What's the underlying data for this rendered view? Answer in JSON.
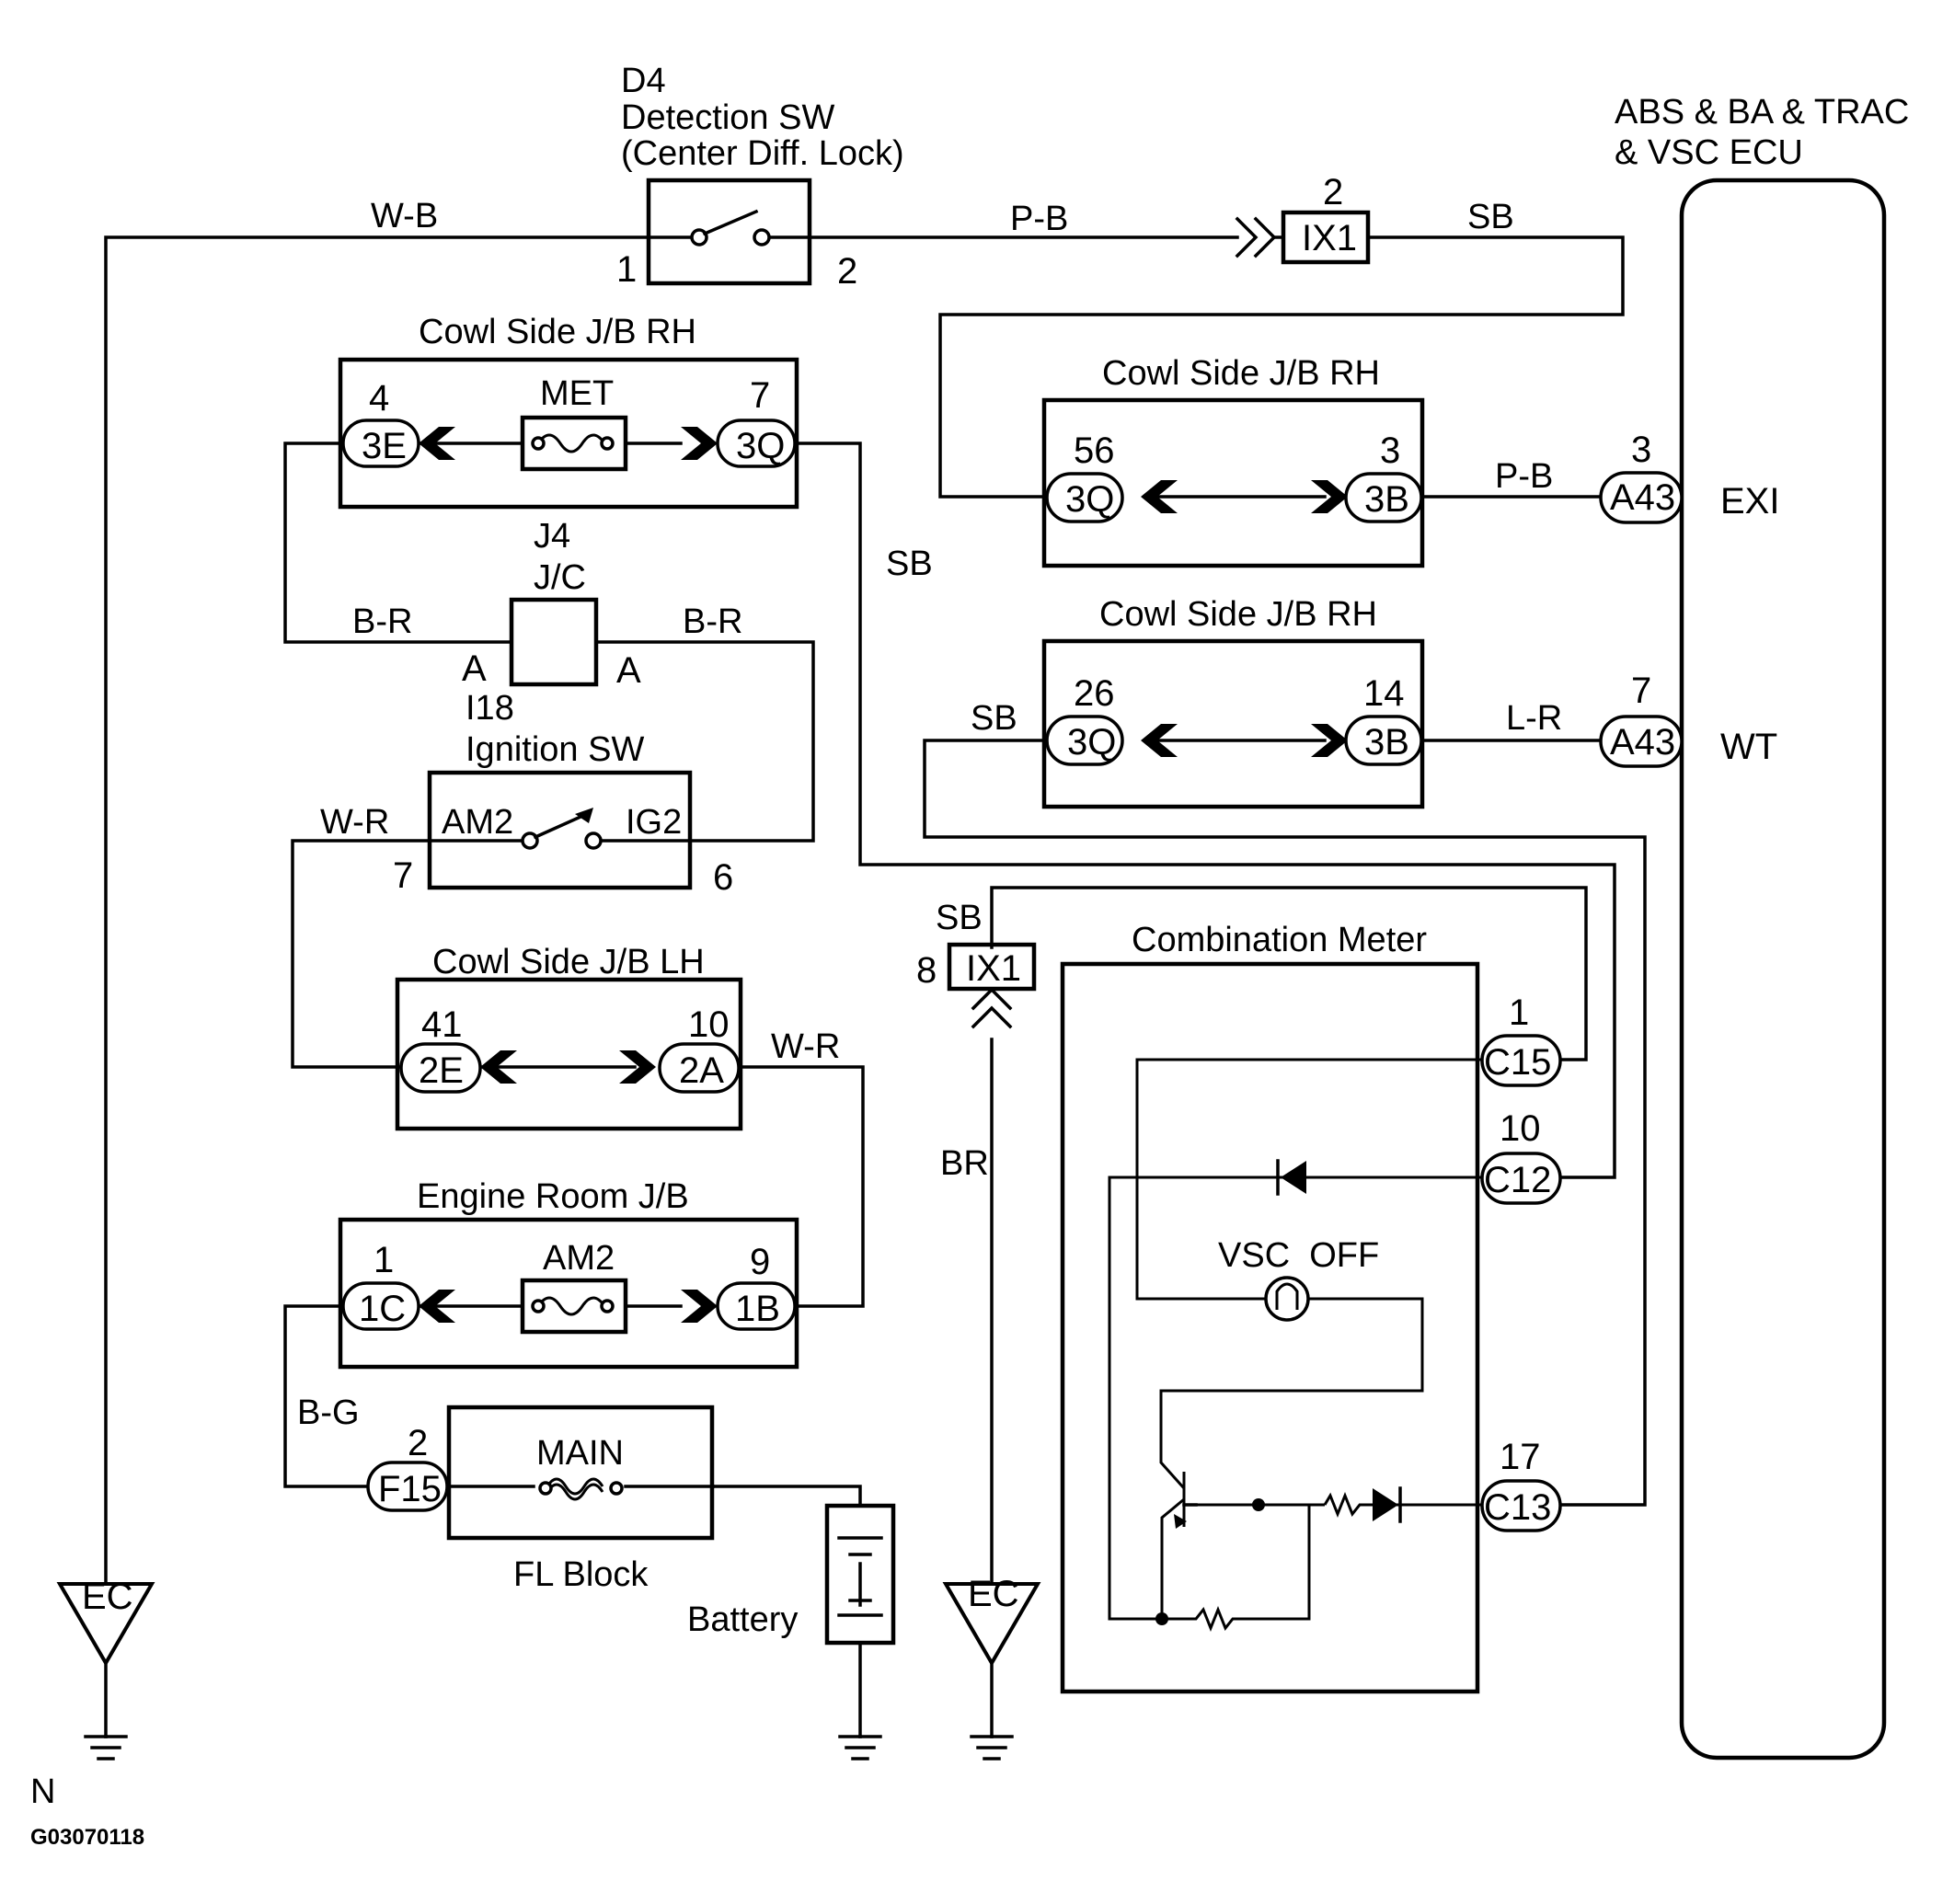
{
  "figure_code": "G03070118",
  "note_mark": "N",
  "ecu": {
    "title_line1": "ABS & BA & TRAC",
    "title_line2": "& VSC ECU",
    "term_exi": "EXI",
    "term_wt": "WT"
  },
  "d4_switch": {
    "line1": "D4",
    "line2": "Detection SW",
    "line3": "(Center Diff. Lock)",
    "pin1": "1",
    "pin2": "2"
  },
  "jb_rh_left": {
    "title": "Cowl Side J/B RH",
    "fuse": "MET",
    "pin_left_num": "4",
    "pin_left": "3E",
    "pin_right_num": "7",
    "pin_right": "3Q"
  },
  "jb_rh_upper": {
    "title": "Cowl Side J/B RH",
    "pin_left_num": "56",
    "pin_left": "3Q",
    "pin_right_num": "3",
    "pin_right": "3B"
  },
  "jb_rh_lower": {
    "title": "Cowl Side J/B RH",
    "pin_left_num": "26",
    "pin_left": "3Q",
    "pin_right_num": "14",
    "pin_right": "3B"
  },
  "jc": {
    "line1": "J4",
    "line2": "J/C",
    "pin_a_left": "A",
    "pin_a_right": "A"
  },
  "ignition": {
    "code": "I18",
    "title": "Ignition SW",
    "am2": "AM2",
    "ig2": "IG2",
    "pin7": "7",
    "pin6": "6"
  },
  "jb_lh": {
    "title": "Cowl Side J/B LH",
    "pin_left_num": "41",
    "pin_left": "2E",
    "pin_right_num": "10",
    "pin_right": "2A"
  },
  "engine_jb": {
    "title": "Engine Room J/B",
    "fuse": "AM2",
    "pin_left_num": "1",
    "pin_left": "1C",
    "pin_right_num": "9",
    "pin_right": "1B"
  },
  "fl_block": {
    "title": "FL Block",
    "fuse": "MAIN",
    "conn_num": "2",
    "conn": "F15"
  },
  "battery": "Battery",
  "ix1_top": {
    "num": "2",
    "label": "IX1"
  },
  "ix1_mid": {
    "num": "8",
    "label": "IX1"
  },
  "a43_exi": {
    "num": "3",
    "label": "A43"
  },
  "a43_wt": {
    "num": "7",
    "label": "A43"
  },
  "meter": {
    "title": "Combination Meter",
    "lamp": "VSC  OFF",
    "c15_num": "1",
    "c15": "C15",
    "c12_num": "10",
    "c12": "C12",
    "c13_num": "17",
    "c13": "C13"
  },
  "ground_ec": "EC",
  "wires": {
    "w_b": "W-B",
    "p_b_top": "P-B",
    "sb_top": "SB",
    "sb_mid": "SB",
    "p_b_exi": "P-B",
    "b_r_left": "B-R",
    "b_r_right": "B-R",
    "sb_lower": "SB",
    "l_r": "L-R",
    "w_r_left": "W-R",
    "sb_ix1": "SB",
    "w_r_right": "W-R",
    "br": "BR",
    "b_g": "B-G"
  }
}
